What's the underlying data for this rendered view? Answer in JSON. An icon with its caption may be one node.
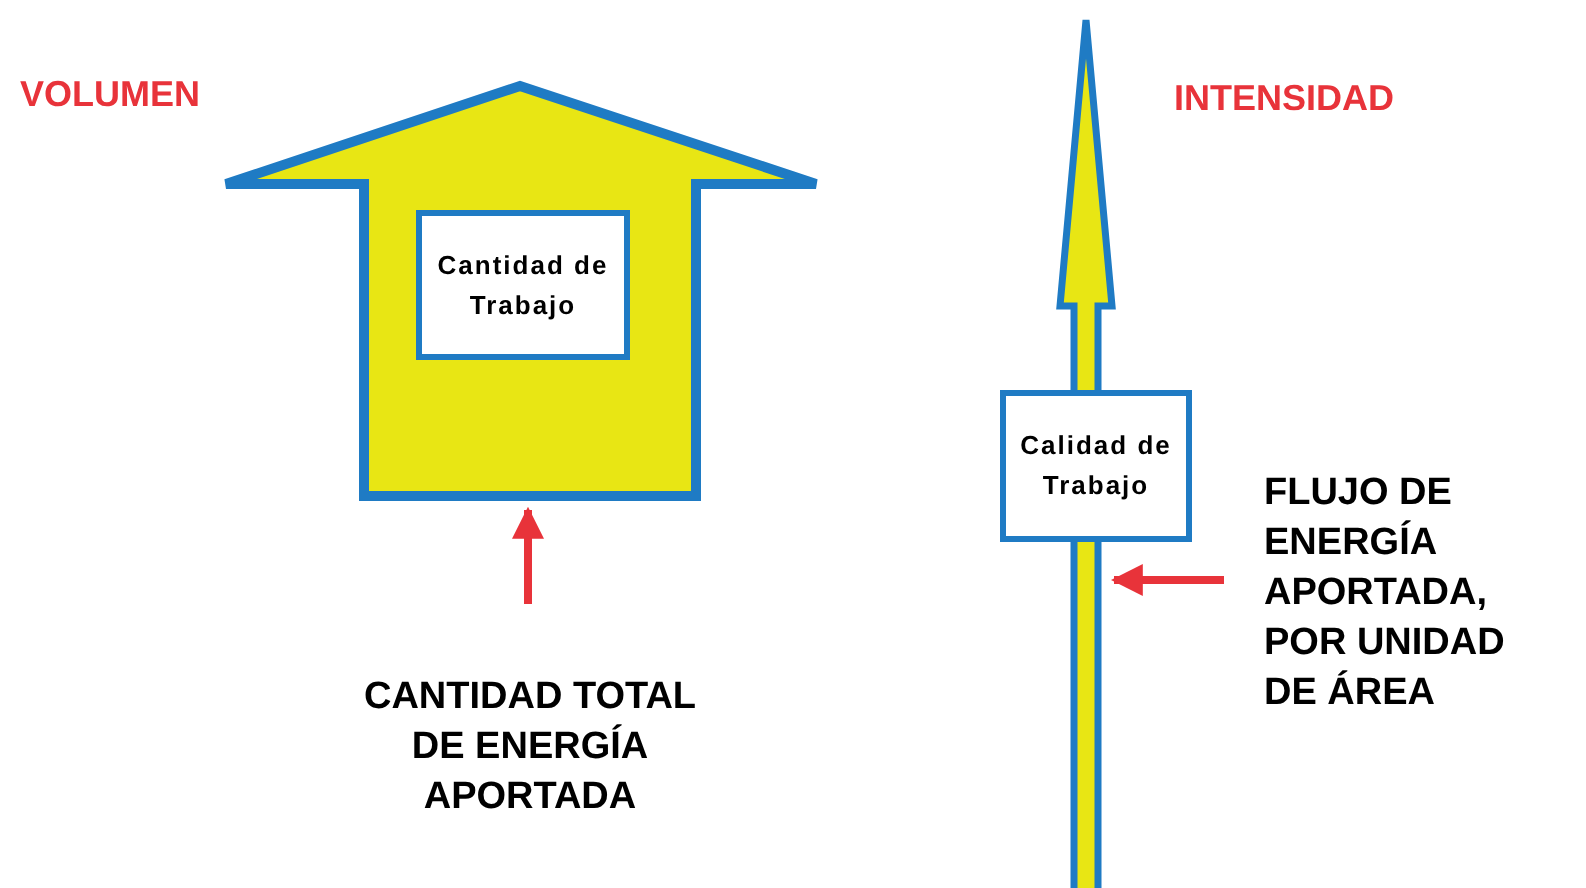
{
  "diagram": {
    "nodes": [
      {
        "text": [],
        "shape": "arrow"
      },
      {
        "text": [
          "Cantidad de Trabajo"
        ],
        "in": 0
      },
      {
        "text": [
          "CANTIDAD TOTAL DE ENERGÍA APORTADA"
        ]
      },
      {
        "text": [],
        "shape": "arrow"
      },
      {
        "text": [
          "Calidad de Trabajo"
        ]
      },
      {
        "text": [
          "FLUJO DE ENERGÍA APORTADA, POR UNIDAD DE ÁREA"
        ]
      }
    ],
    "edges": [
      {
        "from": 2,
        "to": 0,
        "arrow": "to"
      },
      {
        "from": 5,
        "to": 3,
        "arrow": "to"
      }
    ],
    "labels": [
      "VOLUMEN",
      "INTENSIDAD"
    ]
  }
}
